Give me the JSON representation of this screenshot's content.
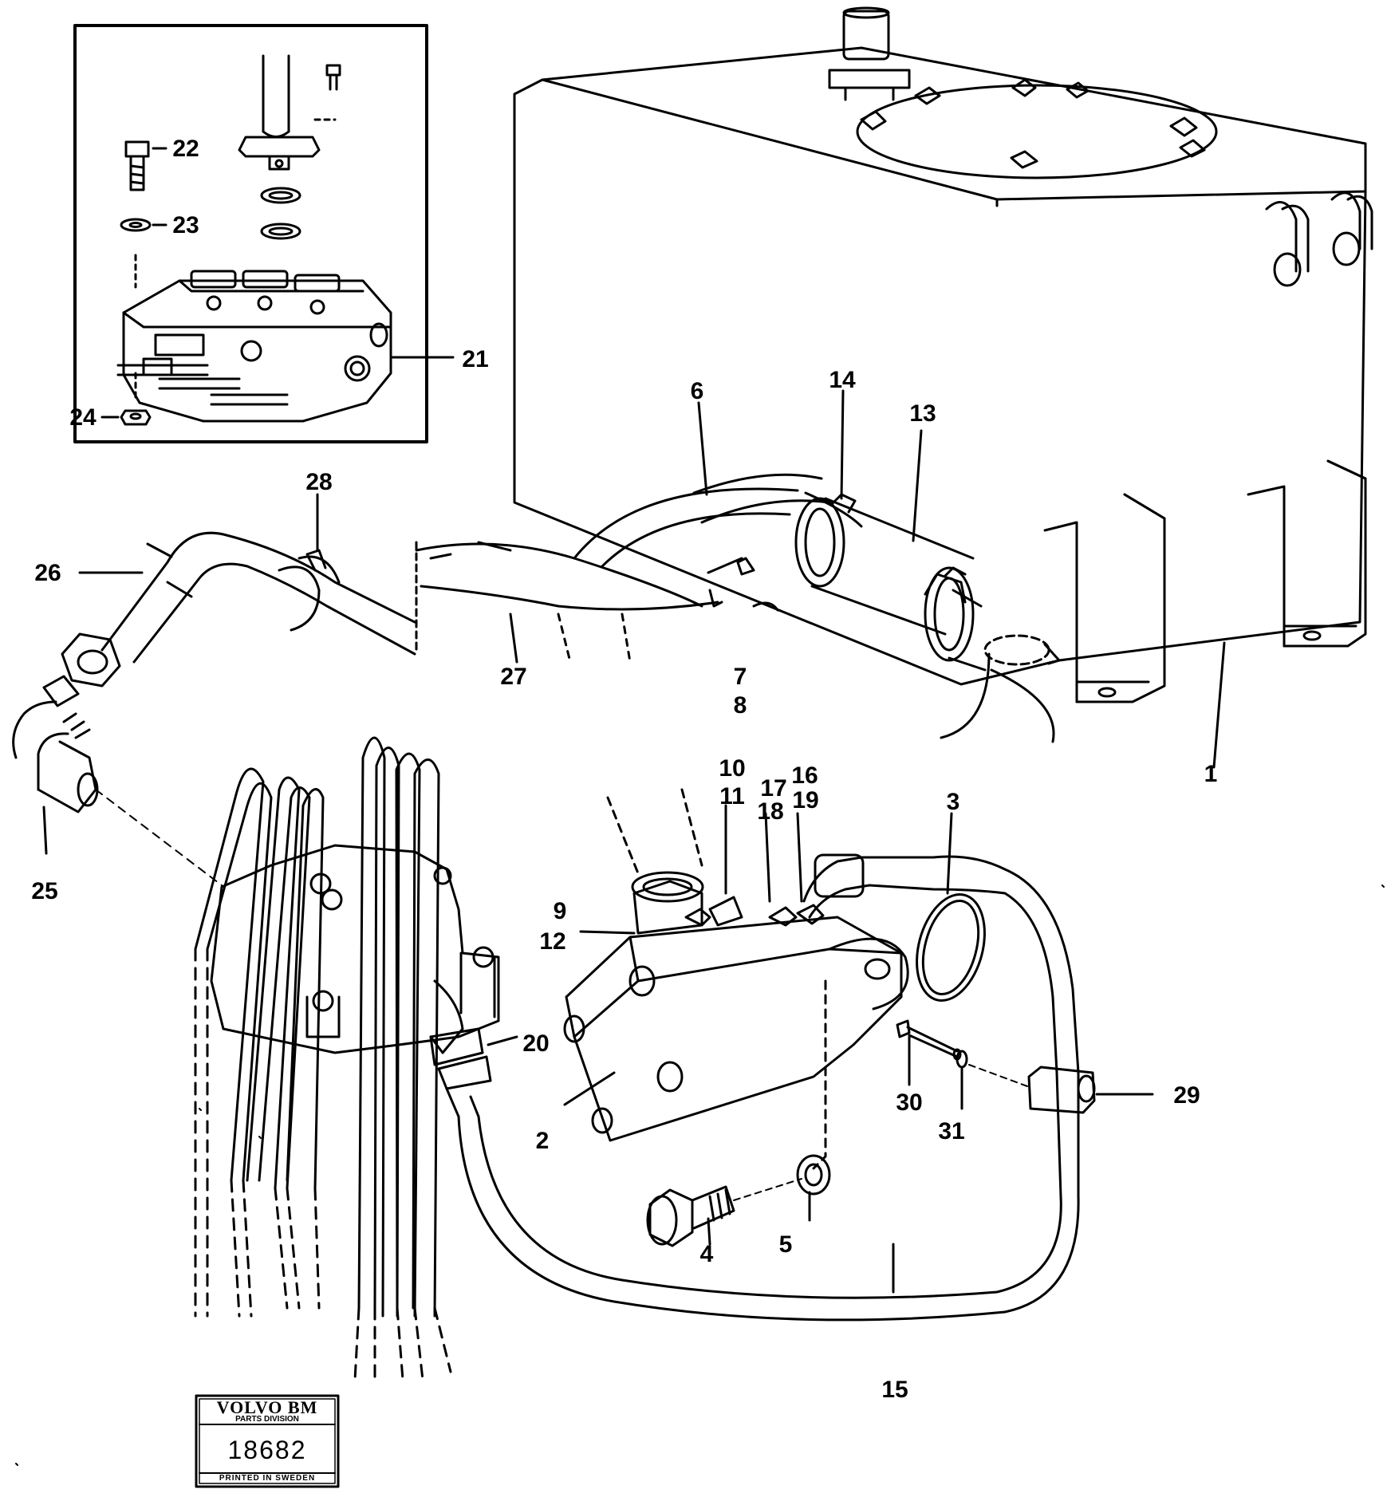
{
  "diagram": {
    "callouts": [
      {
        "id": "c1",
        "text": "1"
      },
      {
        "id": "c2",
        "text": "2"
      },
      {
        "id": "c3",
        "text": "3"
      },
      {
        "id": "c4",
        "text": "4"
      },
      {
        "id": "c5",
        "text": "5"
      },
      {
        "id": "c6",
        "text": "6"
      },
      {
        "id": "c7",
        "text": "7"
      },
      {
        "id": "c8",
        "text": "8"
      },
      {
        "id": "c9",
        "text": "9"
      },
      {
        "id": "c10",
        "text": "10"
      },
      {
        "id": "c11",
        "text": "11"
      },
      {
        "id": "c12",
        "text": "12"
      },
      {
        "id": "c13",
        "text": "13"
      },
      {
        "id": "c14",
        "text": "14"
      },
      {
        "id": "c15",
        "text": "15"
      },
      {
        "id": "c16",
        "text": "16"
      },
      {
        "id": "c17",
        "text": "17"
      },
      {
        "id": "c18",
        "text": "18"
      },
      {
        "id": "c19",
        "text": "19"
      },
      {
        "id": "c20",
        "text": "20"
      },
      {
        "id": "c21",
        "text": "21"
      },
      {
        "id": "c22",
        "text": "22"
      },
      {
        "id": "c23",
        "text": "23"
      },
      {
        "id": "c24",
        "text": "24"
      },
      {
        "id": "c25",
        "text": "25"
      },
      {
        "id": "c26",
        "text": "26"
      },
      {
        "id": "c27",
        "text": "27"
      },
      {
        "id": "c28",
        "text": "28"
      },
      {
        "id": "c29",
        "text": "29"
      },
      {
        "id": "c30",
        "text": "30"
      },
      {
        "id": "c31",
        "text": "31"
      }
    ]
  },
  "stamp": {
    "brand": "VOLVO BM",
    "division": "PARTS DIVISION",
    "number": "18682",
    "footer": "PRINTED IN SWEDEN"
  }
}
